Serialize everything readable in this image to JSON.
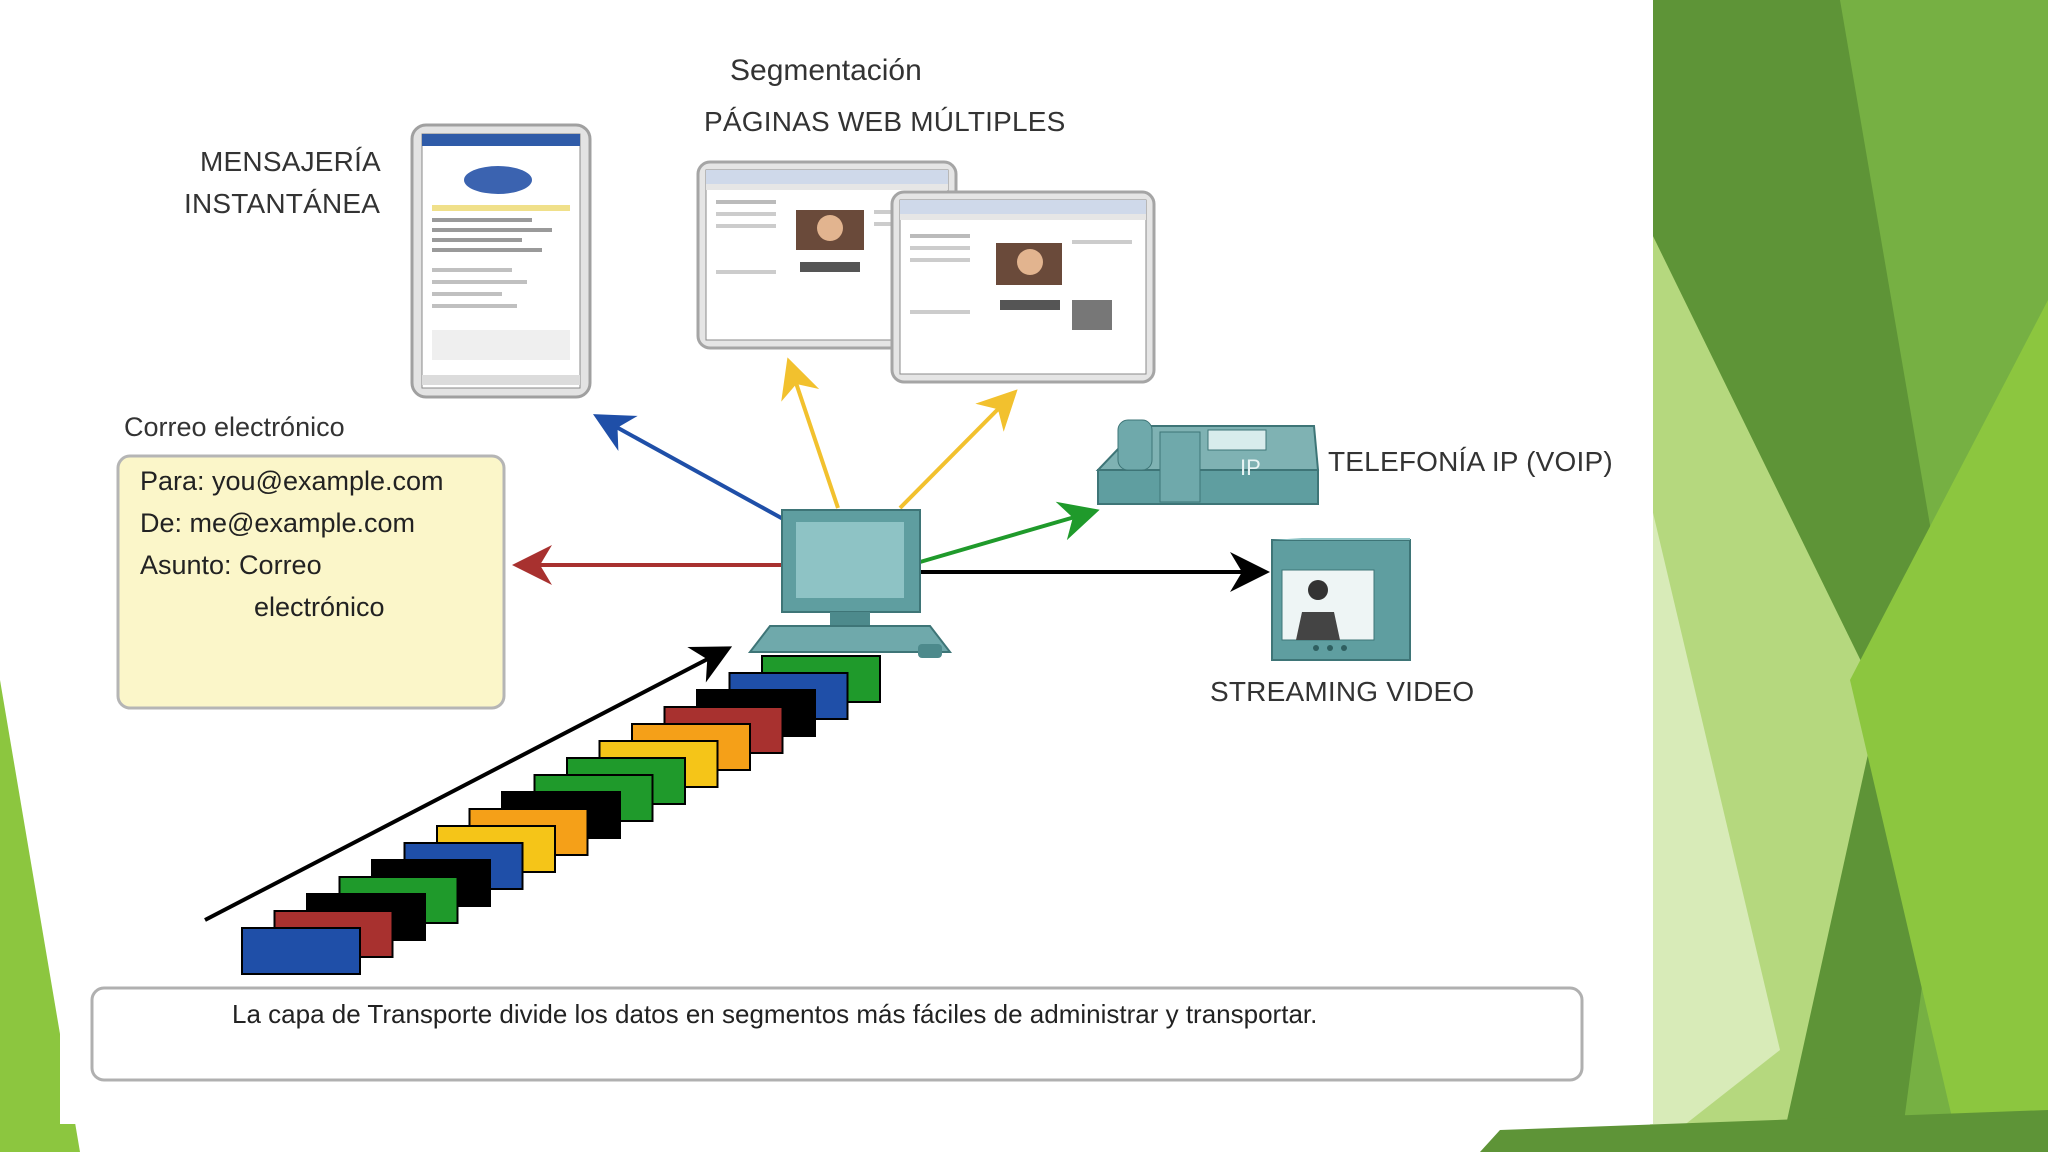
{
  "labels": {
    "segmentacion": "Segmentación",
    "paginas_web": "PÁGINAS WEB MÚLTIPLES",
    "mensajeria_1": "MENSAJERÍA",
    "mensajeria_2": "INSTANTÁNEA",
    "correo": "Correo electrónico",
    "telefonia": "TELEFONÍA IP (VOIP)",
    "streaming": "STREAMING VIDEO",
    "ip_badge": "IP"
  },
  "email": {
    "to": "Para: you@example.com",
    "from": "De: me@example.com",
    "subject_1": "Asunto: Correo",
    "subject_2": "electrónico"
  },
  "caption": "La capa de Transporte divide los datos en segmentos más fáciles de administrar y transportar.",
  "segments": [
    "#1f4fa8",
    "#a8312f",
    "#000000",
    "#1f9a2b",
    "#000000",
    "#1f4fa8",
    "#f5c518",
    "#f5a018",
    "#000000",
    "#1f9a2b",
    "#1f9a2b",
    "#f5c518",
    "#f5a018",
    "#a8312f",
    "#000000",
    "#1f4fa8",
    "#1f9a2b"
  ],
  "colors": {
    "green_dark": "#5e9437",
    "green_mid": "#76b043",
    "green_light": "#a9d36a",
    "arrow_blue": "#1f4fa8",
    "arrow_red": "#a8312f",
    "arrow_yellow": "#f2c12e",
    "arrow_green": "#1f9a2b",
    "email_bg": "#fbf6c9",
    "device_teal": "#5f9ea0"
  }
}
